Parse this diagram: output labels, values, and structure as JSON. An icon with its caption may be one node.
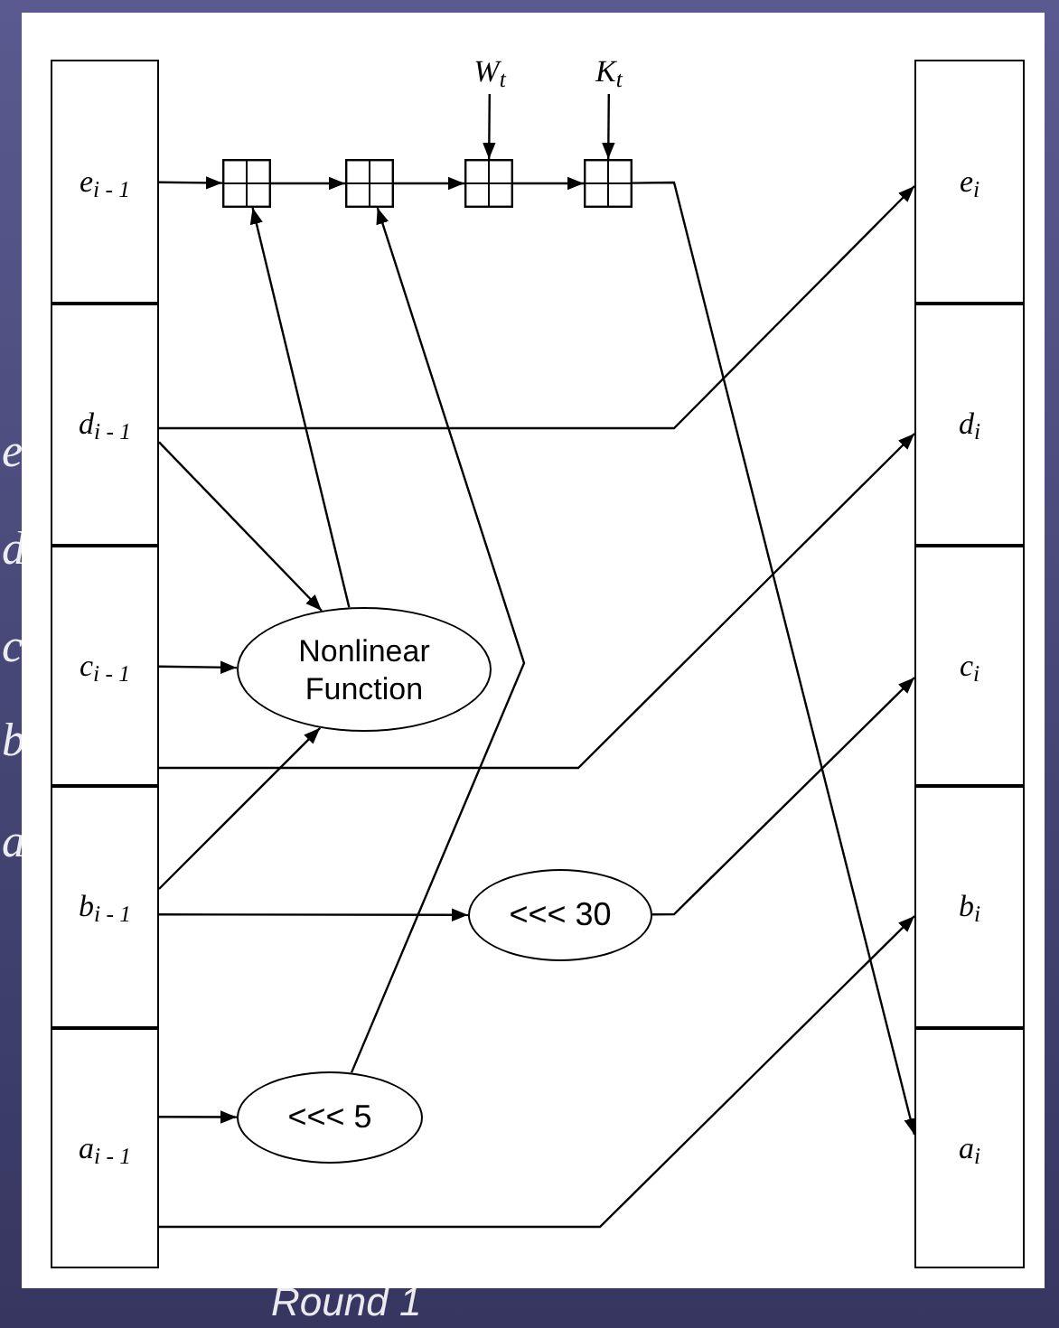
{
  "diagram": {
    "nodes": [
      {
        "text": [
          "e$_{i - 1}$"
        ]
      },
      {
        "text": [
          "d$_{i - 1}$"
        ]
      },
      {
        "text": [
          "c$_{i - 1}$"
        ]
      },
      {
        "text": [
          "b$_{i - 1}$"
        ]
      },
      {
        "text": [
          "a$_{i - 1}$"
        ]
      },
      {
        "text": [
          "W$_{t}$"
        ]
      },
      {
        "text": [
          "K$_{t}$"
        ]
      },
      {
        "text": [],
        "shape": "box"
      },
      {
        "text": [],
        "shape": "box"
      },
      {
        "text": [],
        "shape": "box"
      },
      {
        "text": [],
        "shape": "box"
      },
      {
        "text": [
          "Nonlinear Function"
        ]
      },
      {
        "text": [
          "<<< 30"
        ]
      },
      {
        "text": [
          "<<< 5"
        ]
      },
      {
        "text": [
          "e$_{i}$"
        ]
      },
      {
        "text": [
          "d$_{i}$"
        ]
      },
      {
        "text": [
          "c$_{i}$"
        ]
      },
      {
        "text": [
          "b$_{i}$"
        ]
      },
      {
        "text": [
          "a$_{i}$"
        ]
      }
    ],
    "edges": [
      {
        "from": 0,
        "to": 7,
        "arrow": "to"
      },
      {
        "from": 7,
        "to": 8,
        "arrow": "to"
      },
      {
        "from": 8,
        "to": 9,
        "arrow": "to"
      },
      {
        "from": 9,
        "to": 10,
        "arrow": "to"
      },
      {
        "from": 5,
        "to": 9,
        "arrow": "to"
      },
      {
        "from": 6,
        "to": 10,
        "arrow": "to"
      },
      {
        "from": 10,
        "to": 18,
        "arrow": "to"
      },
      {
        "from": 1,
        "to": 14,
        "arrow": "to"
      },
      {
        "from": 1,
        "to": 11,
        "arrow": "to"
      },
      {
        "from": 2,
        "to": 11,
        "arrow": "to"
      },
      {
        "from": 3,
        "to": 11,
        "arrow": "to"
      },
      {
        "from": 11,
        "to": 7,
        "arrow": "to"
      },
      {
        "from": 13,
        "to": 8,
        "arrow": "to"
      },
      {
        "from": 2,
        "to": 15,
        "arrow": "to"
      },
      {
        "from": 3,
        "to": 12,
        "arrow": "to"
      },
      {
        "from": 12,
        "to": 16,
        "arrow": "to"
      },
      {
        "from": 4,
        "to": 13,
        "arrow": "to"
      },
      {
        "from": 4,
        "to": 17,
        "arrow": "to"
      }
    ],
    "labels": [
      "e",
      "d",
      "c",
      "b",
      "a",
      "Round 1"
    ]
  }
}
